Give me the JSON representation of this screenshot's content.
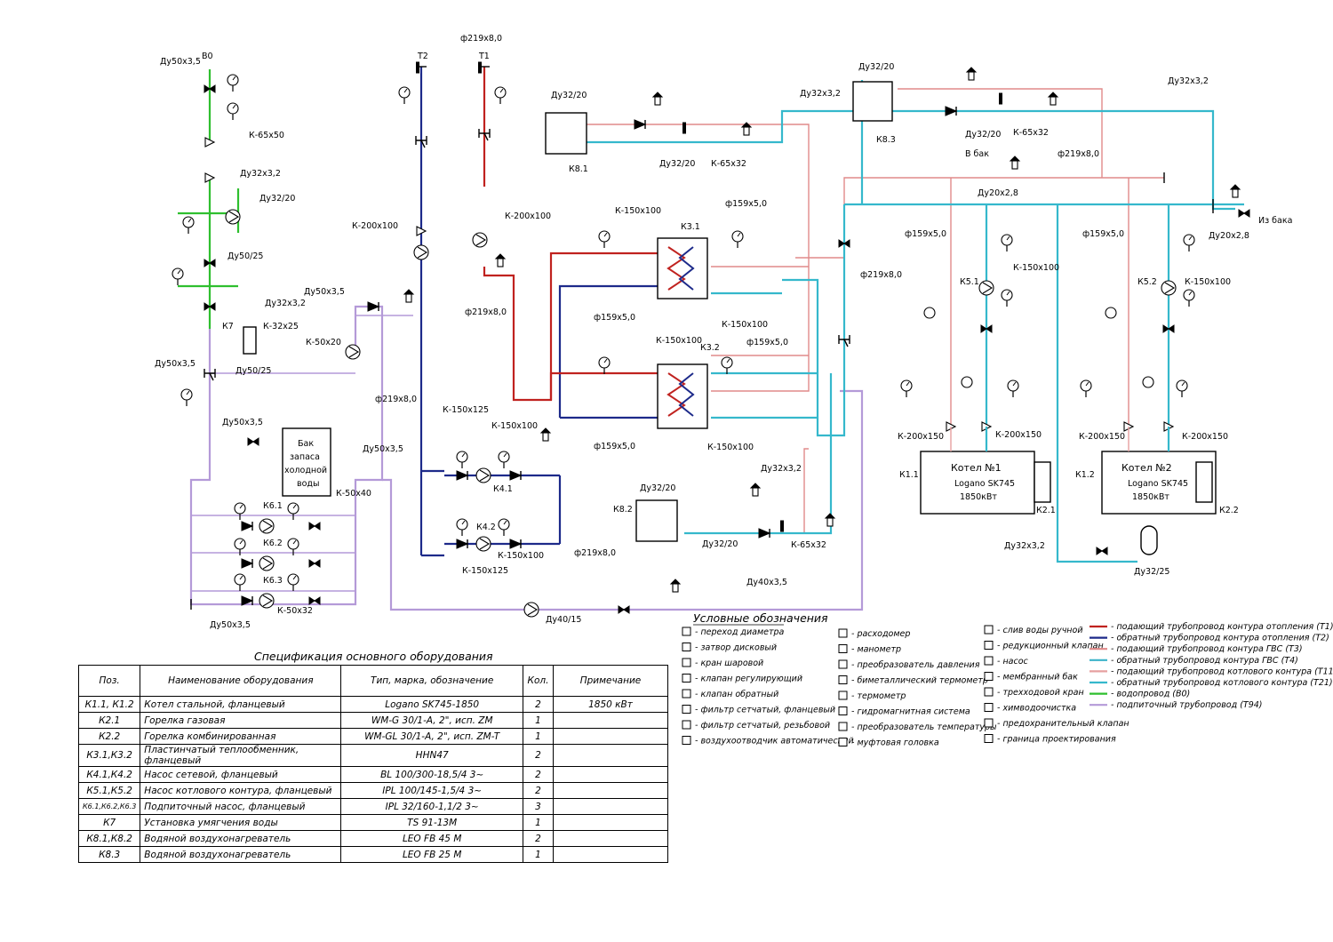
{
  "colors": {
    "heating_supply_t1": "#c0221f",
    "heating_return_t2": "#1d2a8a",
    "dhw_supply_t3": "#e08a8a",
    "dhw_return_t4": "#3bb3c9",
    "boiler_supply_t11": "#e6a0a0",
    "boiler_return_t21": "#35b8cc",
    "water_supply_b0": "#2fbf2f",
    "makeup_t94": "#b49ad8"
  },
  "scheme": {
    "equipment": {
      "boiler1_title": "Котел №1",
      "boiler1_model": "Logano SK745",
      "boiler1_power": "1850кВт",
      "boiler2_title": "Котел №2",
      "boiler2_model": "Logano SK745",
      "boiler2_power": "1850кВт",
      "tank_line1": "Бак",
      "tank_line2": "запаса",
      "tank_line3": "холодной",
      "tank_line4": "воды",
      "k81": "К8.1",
      "k82": "К8.2",
      "k83": "К8.3",
      "k31": "К3.1",
      "k32": "К3.2",
      "k11": "К1.1",
      "k12": "К1.2",
      "k21": "К2.1",
      "k22": "К2.2",
      "k7": "К7",
      "k41": "К4.1",
      "k42": "К4.2",
      "k51": "К5.1",
      "k52": "К5.2",
      "k61": "К6.1",
      "k62": "К6.2",
      "k63": "К6.3"
    },
    "pipe_labels": {
      "t1": "Т1",
      "t2": "Т2",
      "b0": "В0",
      "d219": "ф219х8,0",
      "d159": "ф159х5,0",
      "du32x32": "Ду32х3,2",
      "du50x35": "Ду50х3,5",
      "du50_25": "Ду50/25",
      "du32_20": "Ду32/20",
      "du40x35": "Ду40х3,5",
      "du40_15": "Ду40/15",
      "du20x28": "Ду20х2,8",
      "du32_25": "Ду32/25",
      "k65x50": "К-65х50",
      "k65x32": "К-65х32",
      "k200x100": "К-200х100",
      "k150x100": "К-150х100",
      "k150x125": "К-150х125",
      "k200x150": "К-200х150",
      "k50x20": "К-50х20",
      "k50x40": "К-50х40",
      "k32x25": "К-32х25",
      "k50x32": "К-50х32",
      "to_tank": "В бак",
      "from_tank": "Из бака"
    }
  },
  "legend": {
    "title": "Условные обозначения",
    "col1": [
      {
        "icon": "reducer-icon",
        "text": "- переход диаметра"
      },
      {
        "icon": "butterfly-valve-icon",
        "text": "- затвор дисковый"
      },
      {
        "icon": "ball-valve-icon",
        "text": "- кран шаровой"
      },
      {
        "icon": "control-valve-icon",
        "text": "- клапан регулирующий"
      },
      {
        "icon": "check-valve-icon",
        "text": "- клапан обратный"
      },
      {
        "icon": "flanged-strainer-icon",
        "text": "- фильтр сетчатый, фланцевый"
      },
      {
        "icon": "threaded-strainer-icon",
        "text": "- фильтр сетчатый, резьбовой"
      },
      {
        "icon": "air-vent-icon",
        "text": "- воздухоотводчик автоматический"
      }
    ],
    "col2": [
      {
        "icon": "flowmeter-icon",
        "text": "- расходомер"
      },
      {
        "icon": "manometer-icon",
        "text": "- манометр"
      },
      {
        "icon": "pressure-transducer-icon",
        "text": "- преобразователь давления"
      },
      {
        "icon": "bimetal-thermometer-icon",
        "text": "- биметаллический термометр"
      },
      {
        "icon": "thermometer-icon",
        "text": "- термометр"
      },
      {
        "icon": "magnetic-system-icon",
        "text": "- гидромагнитная система"
      },
      {
        "icon": "temperature-transducer-icon",
        "text": "- преобразователь температуры"
      },
      {
        "icon": "coupling-head-icon",
        "text": "- муфтовая головка"
      }
    ],
    "col3": [
      {
        "icon": "drain-valve-icon",
        "text": "- слив воды ручной"
      },
      {
        "icon": "reducing-valve-icon",
        "text": "- редукционный клапан"
      },
      {
        "icon": "pump-icon",
        "text": "- насос"
      },
      {
        "icon": "membrane-tank-icon",
        "text": "- мембранный бак"
      },
      {
        "icon": "three-way-valve-icon",
        "text": "- трехходовой кран"
      },
      {
        "icon": "water-treatment-icon",
        "text": "- химводоочистка"
      },
      {
        "icon": "safety-valve-icon",
        "text": "- предохранительный клапан"
      },
      {
        "icon": "design-boundary-icon",
        "text": "- граница проектирования"
      }
    ],
    "lines": [
      {
        "color": "#c0221f",
        "text": "- подающий трубопровод контура отопления (Т1)"
      },
      {
        "color": "#1d2a8a",
        "text": "- обратный трубопровод контура отопления (Т2)"
      },
      {
        "color": "#e08a8a",
        "text": "- подающий трубопровод контура ГВС (Т3)"
      },
      {
        "color": "#3bb3c9",
        "text": "- обратный трубопровод контура ГВС (Т4)"
      },
      {
        "color": "#e6a0a0",
        "text": "- подающий трубопровод котлового контура (Т11)"
      },
      {
        "color": "#35b8cc",
        "text": "- обратный трубопровод котлового контура (Т21)"
      },
      {
        "color": "#2fbf2f",
        "text": "- водопровод (В0)"
      },
      {
        "color": "#b49ad8",
        "text": "- подпиточный трубопровод (Т94)"
      }
    ]
  },
  "spec": {
    "title": "Спецификация основного оборудования",
    "headers": [
      "Поз.",
      "Наименование оборудования",
      "Тип, марка, обозначение",
      "Кол.",
      "Примечание"
    ],
    "rows": [
      [
        "К1.1, К1.2",
        "Котел стальной, фланцевый",
        "Logano SK745-1850",
        "2",
        "1850 кВт"
      ],
      [
        "К2.1",
        "Горелка газовая",
        "WM-G 30/1-A, 2\", исп. ZM",
        "1",
        ""
      ],
      [
        "К2.2",
        "Горелка комбинированная",
        "WM-GL 30/1-A, 2\", исп. ZM-T",
        "1",
        ""
      ],
      [
        "К3.1,К3.2",
        "Пластинчатый теплообменник, фланцевый",
        "ННN47",
        "2",
        ""
      ],
      [
        "К4.1,К4.2",
        "Насос сетевой, фланцевый",
        "BL 100/300-18,5/4 3~",
        "2",
        ""
      ],
      [
        "К5.1,К5.2",
        "Насос котлового контура, фланцевый",
        "IPL 100/145-1,5/4 3~",
        "2",
        ""
      ],
      [
        "К6.1,К6.2,К6.3",
        "Подпиточный насос, фланцевый",
        "IPL 32/160-1,1/2 3~",
        "3",
        ""
      ],
      [
        "К7",
        "Установка умягчения воды",
        "TS 91-13M",
        "1",
        ""
      ],
      [
        "К8.1,К8.2",
        "Водяной воздухонагреватель",
        "LEO FB 45 M",
        "2",
        ""
      ],
      [
        "К8.3",
        "Водяной воздухонагреватель",
        "LEO FB 25 M",
        "1",
        ""
      ]
    ]
  }
}
